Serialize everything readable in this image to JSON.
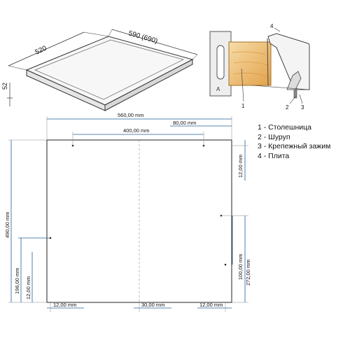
{
  "top_view": {
    "depth_label": "520",
    "width_label": "590 (690)",
    "thickness_label": "52"
  },
  "section_view": {
    "callouts": [
      "1",
      "2",
      "3",
      "4"
    ],
    "section_letter": "A"
  },
  "legend": [
    "1 - Столешница",
    "2 - Шуруп",
    "3 - Крепежный зажим",
    "4 - Плита"
  ],
  "cutout": {
    "width": "560,00 mm",
    "height": "490,00 mm",
    "hole_spacing": "400,00 mm",
    "hole_offset_right": "80,00 mm",
    "hole_offset_top_right": "12,00 mm",
    "right_hole_from_bottom": "100,00 mm",
    "right_hole_height": "272,00 mm",
    "left_hole_height": "196,00 mm",
    "left_hole_offset": "12,00 mm",
    "bottom_left_offset": "12,00 mm",
    "bottom_center_offset": "30,00 mm",
    "bottom_right_offset": "12,00 mm"
  },
  "colors": {
    "dimension_blue": "#1f5f9a",
    "line": "#222222",
    "wood_light": "#f3d39a",
    "wood_dark": "#e0a64a"
  }
}
